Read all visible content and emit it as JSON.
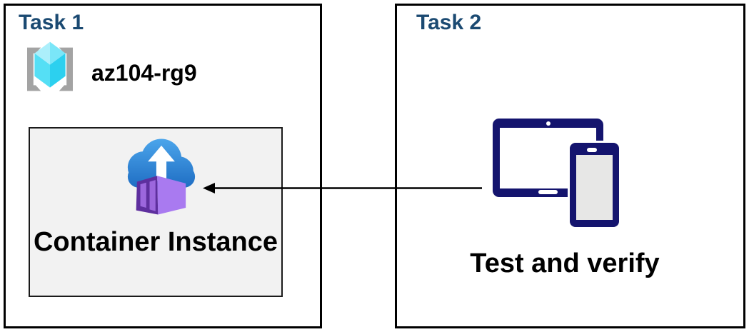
{
  "task1": {
    "title": "Task 1",
    "resource_group": {
      "icon": "resource-group-icon",
      "name": "az104-rg9"
    },
    "container_instance": {
      "icon": "container-instance-icon",
      "label": "Container Instance"
    }
  },
  "task2": {
    "title": "Task 2",
    "devices": {
      "icon": "devices-icon",
      "parts": [
        "tablet",
        "phone"
      ]
    },
    "caption": "Test and verify"
  },
  "arrow": {
    "from": "task2-devices",
    "to": "container-instance",
    "direction": "right-to-left",
    "color": "#000000"
  },
  "colors": {
    "title_text": "#1B4A72",
    "body_text": "#000000",
    "box_border": "#000000",
    "container_box_bg": "#F2F2F2",
    "device_navy": "#14146E",
    "phone_screen": "#E7E7E6",
    "cloud_blue_top": "#4BA5EB",
    "cloud_blue_bottom": "#1E6CC2",
    "container_front_purple": "#5E2F9E",
    "container_panel_purple": "#9C67DD",
    "container_side_purple": "#A97AF0",
    "cube_top_left": "#ACEFFB",
    "cube_top_right": "#7AE6F8",
    "cube_bottom_left": "#55DFF5",
    "cube_bottom_right": "#2CD0EF",
    "bracket_gray": "#A3A3A3"
  }
}
